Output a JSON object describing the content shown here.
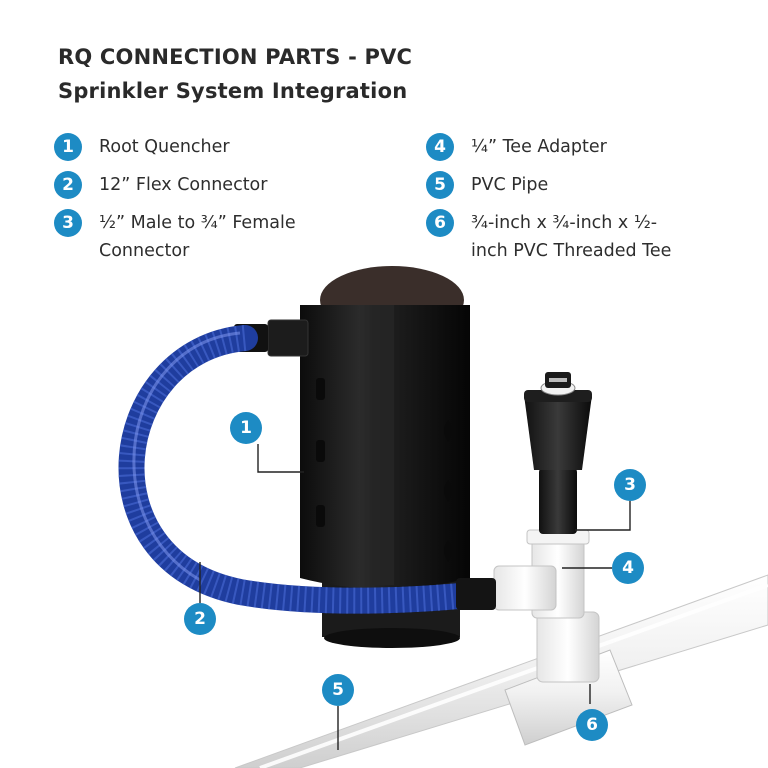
{
  "header": {
    "title_line1": "RQ CONNECTION PARTS - PVC",
    "title_line2": "Sprinkler System Integration"
  },
  "legend": [
    {
      "number": "1",
      "label": "Root Quencher",
      "label2": ""
    },
    {
      "number": "2",
      "label": "12” Flex Connector",
      "label2": ""
    },
    {
      "number": "3",
      "label": "½” Male to ¾” Female",
      "label2": "Connector"
    },
    {
      "number": "4",
      "label": "¼” Tee Adapter",
      "label2": ""
    },
    {
      "number": "5",
      "label": "PVC Pipe",
      "label2": ""
    },
    {
      "number": "6",
      "label": "¾-inch x ¾-inch x ½-",
      "label2": "inch PVC Threaded Tee"
    }
  ],
  "callouts": {
    "c1": "1",
    "c2": "2",
    "c3": "3",
    "c4": "4",
    "c5": "5",
    "c6": "6"
  },
  "colors": {
    "accent": "#1d8bc4",
    "hose": "#1f3d9e",
    "quencher": "#1b1b1b",
    "pipe": "#eeeeee"
  }
}
